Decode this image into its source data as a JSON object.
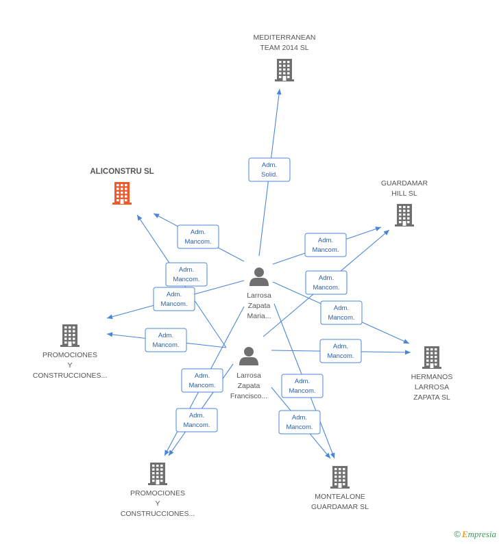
{
  "colors": {
    "edge": "#4a86d8",
    "company": "#6f6f6f",
    "company_highlight": "#f0592a",
    "person": "#6f6f6f",
    "brand_green": "#3a9a5a",
    "brand_orange": "#f29a1b"
  },
  "companies": [
    {
      "id": "mediterranean",
      "lines": [
        "MEDITERRANEAN",
        "TEAM 2014  SL"
      ],
      "highlight": false
    },
    {
      "id": "aliconstru",
      "lines": [
        "ALICONSTRU SL"
      ],
      "highlight": true
    },
    {
      "id": "guardamar-hill",
      "lines": [
        "GUARDAMAR",
        "HILL SL"
      ],
      "highlight": false
    },
    {
      "id": "promociones-1",
      "lines": [
        "PROMOCIONES",
        "Y",
        "CONSTRUCCIONES..."
      ],
      "highlight": false
    },
    {
      "id": "hermanos",
      "lines": [
        "HERMANOS",
        "LARROSA",
        "ZAPATA SL"
      ],
      "highlight": false
    },
    {
      "id": "promociones-2",
      "lines": [
        "PROMOCIONES",
        "Y",
        "CONSTRUCCIONES..."
      ],
      "highlight": false
    },
    {
      "id": "montealone",
      "lines": [
        "MONTEALONE",
        "GUARDAMAR SL"
      ],
      "highlight": false
    }
  ],
  "persons": [
    {
      "id": "maria",
      "lines": [
        "Larrosa",
        "Zapata",
        "Maria..."
      ]
    },
    {
      "id": "francisco",
      "lines": [
        "Larrosa",
        "Zapata",
        "Francisco..."
      ]
    }
  ],
  "relations": [
    {
      "from": "maria",
      "to": "mediterranean",
      "lines": [
        "Adm.",
        "Solid."
      ]
    },
    {
      "from": "maria",
      "to": "aliconstru",
      "lines": [
        "Adm.",
        "Mancom."
      ]
    },
    {
      "from": "maria",
      "to": "guardamar-hill",
      "lines": [
        "Adm.",
        "Mancom."
      ]
    },
    {
      "from": "maria",
      "to": "promociones-1",
      "lines": [
        "Adm.",
        "Mancom."
      ]
    },
    {
      "from": "maria",
      "to": "hermanos",
      "lines": [
        "Adm.",
        "Mancom."
      ]
    },
    {
      "from": "maria",
      "to": "promociones-2",
      "lines": [
        "Adm.",
        "Mancom."
      ]
    },
    {
      "from": "maria",
      "to": "montealone",
      "lines": [
        "Adm.",
        "Mancom."
      ]
    },
    {
      "from": "francisco",
      "to": "aliconstru",
      "lines": [
        "Adm.",
        "Mancom."
      ]
    },
    {
      "from": "francisco",
      "to": "guardamar-hill",
      "lines": [
        "Adm.",
        "Mancom."
      ]
    },
    {
      "from": "francisco",
      "to": "promociones-1",
      "lines": [
        "Adm.",
        "Mancom."
      ]
    },
    {
      "from": "francisco",
      "to": "hermanos",
      "lines": [
        "Adm.",
        "Mancom."
      ]
    },
    {
      "from": "francisco",
      "to": "promociones-2",
      "lines": [
        "Adm.",
        "Mancom."
      ]
    },
    {
      "from": "francisco",
      "to": "montealone",
      "lines": [
        "Adm.",
        "Mancom."
      ]
    }
  ],
  "footer": {
    "copyright": "©",
    "brand_initial": "E",
    "brand_rest": "mpresia"
  }
}
